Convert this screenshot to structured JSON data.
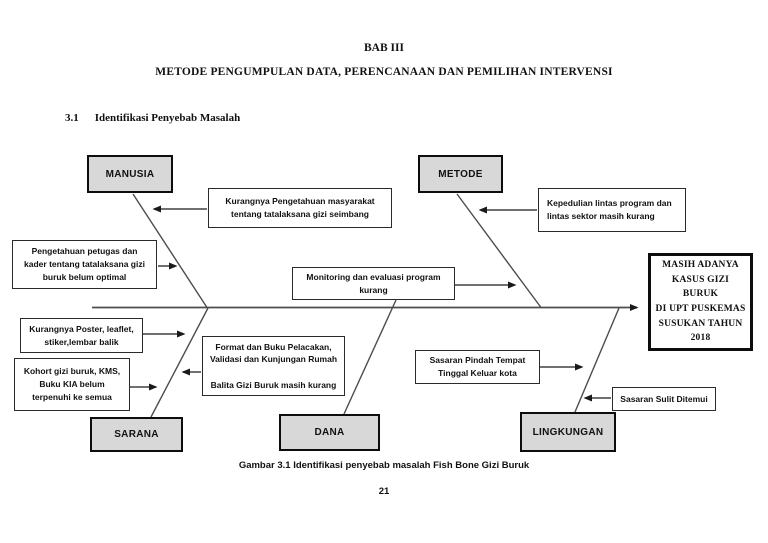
{
  "header": {
    "chapter": "BAB III",
    "title": "METODE PENGUMPULAN DATA, PERENCANAAN DAN PEMILIHAN INTERVENSI",
    "section_number": "3.1",
    "section_title": "Identifikasi Penyebab Masalah"
  },
  "diagram": {
    "type": "fishbone",
    "categories": [
      {
        "id": "manusia",
        "label": "MANUSIA"
      },
      {
        "id": "metode",
        "label": "METODE"
      },
      {
        "id": "sarana",
        "label": "SARANA"
      },
      {
        "id": "dana",
        "label": "DANA"
      },
      {
        "id": "lingkungan",
        "label": "LINGKUNGAN"
      }
    ],
    "causes": [
      {
        "id": "pengetahuan-masyarakat",
        "category": "MANUSIA",
        "text": "Kurangnya Pengetahuan masyarakat\ntentang tatalaksana gizi seimbang"
      },
      {
        "id": "kepedulian-lintas",
        "category": "METODE",
        "text": "Kepedulian lintas program dan\nlintas sektor masih kurang"
      },
      {
        "id": "pengetahuan-petugas",
        "category": "MANUSIA",
        "text": "Pengetahuan petugas dan\nkader tentang tatalaksana gizi\nburuk belum optimal"
      },
      {
        "id": "monitoring-evaluasi",
        "category": "METODE",
        "text": "Monitoring dan evaluasi program\nkurang"
      },
      {
        "id": "kurangnya-poster",
        "category": "SARANA",
        "text": "Kurangnya Poster, leaflet,\nstiker,lembar balik"
      },
      {
        "id": "kohort-gizi",
        "category": "SARANA",
        "text": "Kohort gizi buruk, KMS,\nBuku KIA belum\nterpenuhi ke semua"
      },
      {
        "id": "format-buku",
        "category": "DANA",
        "text": "Format dan Buku Pelacakan,\nValidasi dan Kunjungan Rumah\n\nBalita Gizi Buruk masih kurang"
      },
      {
        "id": "sasaran-pindah",
        "category": "LINGKUNGAN",
        "text": "Sasaran Pindah Tempat\nTinggal Keluar kota"
      },
      {
        "id": "sasaran-sulit",
        "category": "LINGKUNGAN",
        "text": "Sasaran Sulit Ditemui"
      }
    ],
    "effect": {
      "text": "MASIH ADANYA\nKASUS GIZI BURUK\nDI UPT PUSKEMAS\nSUSUKAN TAHUN\n2018"
    }
  },
  "footer": {
    "caption": "Gambar 3.1 Identifikasi penyebab masalah Fish Bone Gizi Buruk",
    "page_number": "21"
  },
  "colors": {
    "category_fill": "#d8d8d8",
    "box_border": "#2b2b2b",
    "bone_line": "#4d4d4d",
    "text": "#111111",
    "background": "#ffffff"
  }
}
